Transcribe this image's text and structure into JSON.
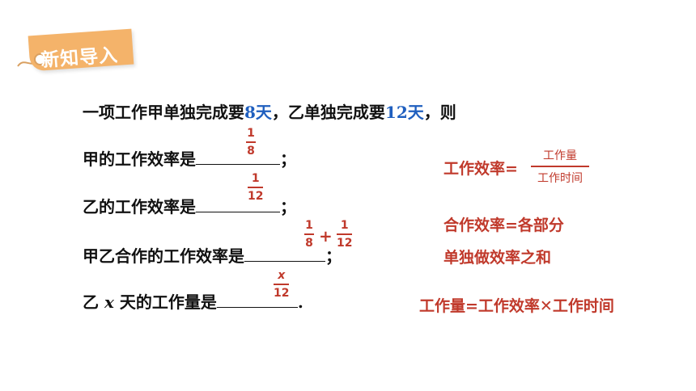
{
  "badge": {
    "label": "新知导入"
  },
  "problem": {
    "line1_a": "一项工作甲单独完成要",
    "line1_days1": "8天",
    "line1_b": "，乙单独完成要",
    "line1_days2": "12天",
    "line1_c": "，则",
    "q1_label": "甲的工作效率是",
    "q2_label": "乙的工作效率是",
    "q3_label": "甲乙合作的工作效率是",
    "q4_label_a": "乙",
    "q4_var": "x",
    "q4_label_b": "天的工作量是",
    "semicolon": "；",
    "period": "."
  },
  "answers": {
    "a1": {
      "num": "1",
      "den": "8"
    },
    "a2": {
      "num": "1",
      "den": "12"
    },
    "a3": {
      "left": {
        "num": "1",
        "den": "8"
      },
      "op": "+",
      "right": {
        "num": "1",
        "den": "12"
      }
    },
    "a4": {
      "num": "x",
      "den": "12"
    }
  },
  "notes": {
    "efficiency_label": "工作效率=",
    "efficiency_num": "工作量",
    "efficiency_den": "工作时间",
    "combined_line1": "合作效率=各部分",
    "combined_line2": "单独做效率之和",
    "workload": "工作量=工作效率✕工作时间"
  }
}
